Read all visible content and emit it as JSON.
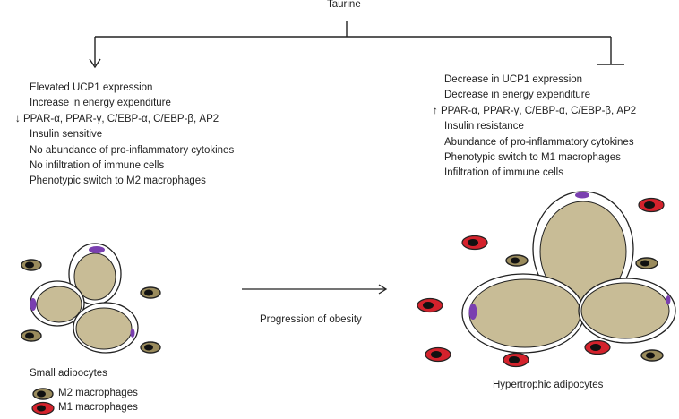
{
  "top_label": "Taurine",
  "left_effects": [
    "Elevated UCP1 expression",
    "Increase in energy expenditure",
    "↓ PPAR-α, PPAR-γ, C/EBP-α, C/EBP-β, AP2",
    "Insulin sensitive",
    "No abundance of pro-inflammatory cytokines",
    "No infiltration of immune cells",
    "Phenotypic switch to M2 macrophages"
  ],
  "right_effects": [
    "Decrease in UCP1 expression",
    "Decrease in energy expenditure",
    "↑ PPAR-α, PPAR-γ, C/EBP-α, C/EBP-β, AP2",
    "Insulin resistance",
    "Abundance of pro-inflammatory cytokines",
    "Phenotypic switch to M1 macrophages",
    "Infiltration of immune cells"
  ],
  "progression_label": "Progression of obesity",
  "left_caption": "Small adipocytes",
  "right_caption": "Hypertrophic adipocytes",
  "legend": {
    "m2_label": "M2 macrophages",
    "m1_label": "M1 macrophages"
  },
  "colors": {
    "adipocyte_fill": "#c8bc96",
    "m2_fill": "#9a8b5c",
    "m1_fill": "#d4222c",
    "nucleus": "#7a3fb0"
  }
}
